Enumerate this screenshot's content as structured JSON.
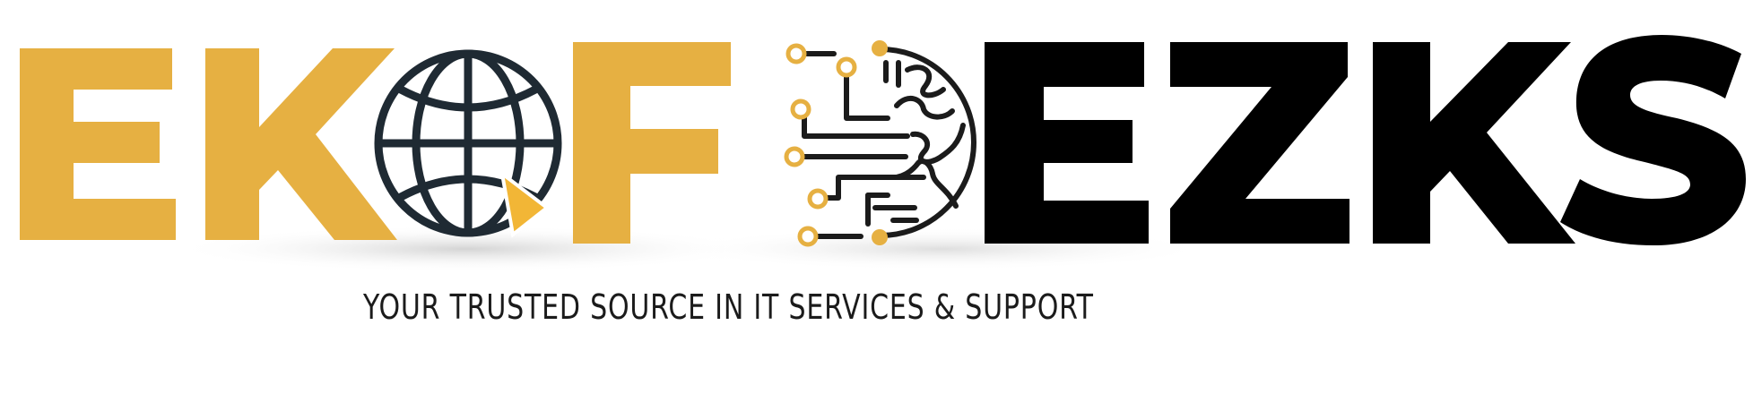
{
  "logo": {
    "wordmark_left": "EKOF",
    "wordmark_right": "EZKS",
    "letters_left": [
      "E",
      "K",
      "F"
    ],
    "letters_right": [
      "E",
      "Z",
      "K",
      "S"
    ],
    "globe_icon": "globe-with-play-arrow-icon",
    "circuit_icon": "circuit-brain-icon",
    "colors": {
      "gold": "#e6b042",
      "black": "#000000",
      "navy": "#1f2a33",
      "shadow": "#cfcfcf"
    }
  },
  "tagline": "YOUR TRUSTED SOURCE IN IT SERVICES & SUPPORT"
}
